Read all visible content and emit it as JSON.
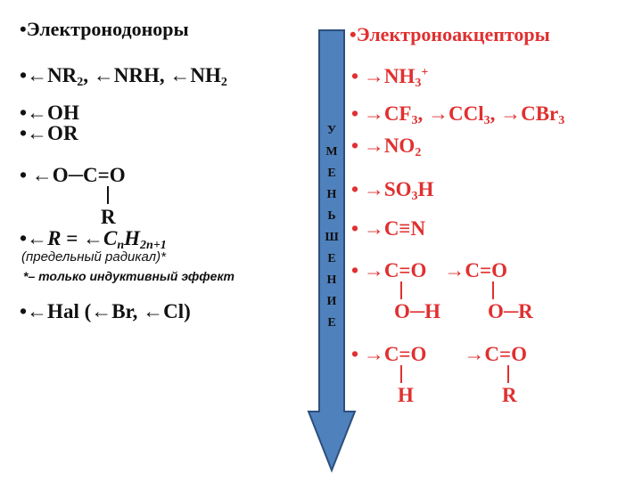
{
  "left": {
    "title": "•Электронодоноры",
    "line1": {
      "bullet": "•",
      "a": "←NR",
      "a_sub": "2",
      "b": ", ←NRH, ←NH",
      "b_sub": "2"
    },
    "line_oh": "•←OH",
    "line_or": "•←OR",
    "carboxylate_top": "• ←O─C=O",
    "carboxylate_bottom": "R",
    "alkyl": {
      "bullet": "•←",
      "r": "R",
      "eq": " = ←C",
      "n": "n",
      "h": "H",
      "sub": "2n+1"
    },
    "note1": "(предельный радикал)*",
    "note2": "*– только индуктивный эффект",
    "hal": "•←Hal (←Br, ←Cl)"
  },
  "arrow": {
    "letters": [
      "У",
      "М",
      "Е",
      "Н",
      "Ь",
      "Ш",
      "Е",
      "Н",
      "И",
      "Е"
    ],
    "color": "#4f81bd",
    "border_color": "#2c4f7c"
  },
  "right": {
    "title": "•Электроноакцепторы",
    "nh3": {
      "bullet": "•",
      "text": "→NH",
      "sub": "3",
      "sup": "+"
    },
    "halo": {
      "bullet": "•",
      "a": "→CF",
      "a_sub": "3",
      "b": ", →CCl",
      "b_sub": "3",
      "c": ", →CBr",
      "c_sub": "3"
    },
    "no2": {
      "bullet": "•",
      "text": "→NO",
      "sub": "2"
    },
    "so3h": {
      "bullet": "•",
      "a": "→SO",
      "a_sub": "3",
      "b": "H"
    },
    "cn": {
      "bullet": "•",
      "text": "→C≡N"
    },
    "acids": {
      "bullet": "•",
      "a": "→C=O",
      "b": "→C=O",
      "a_bottom": "O─H",
      "b_bottom": "O─R"
    },
    "carbonyls": {
      "bullet": "•",
      "a": "→C=O",
      "b": "→C=O",
      "a_bottom": "H",
      "b_bottom": "R"
    }
  },
  "colors": {
    "left_text": "#111111",
    "right_text": "#e03030"
  }
}
